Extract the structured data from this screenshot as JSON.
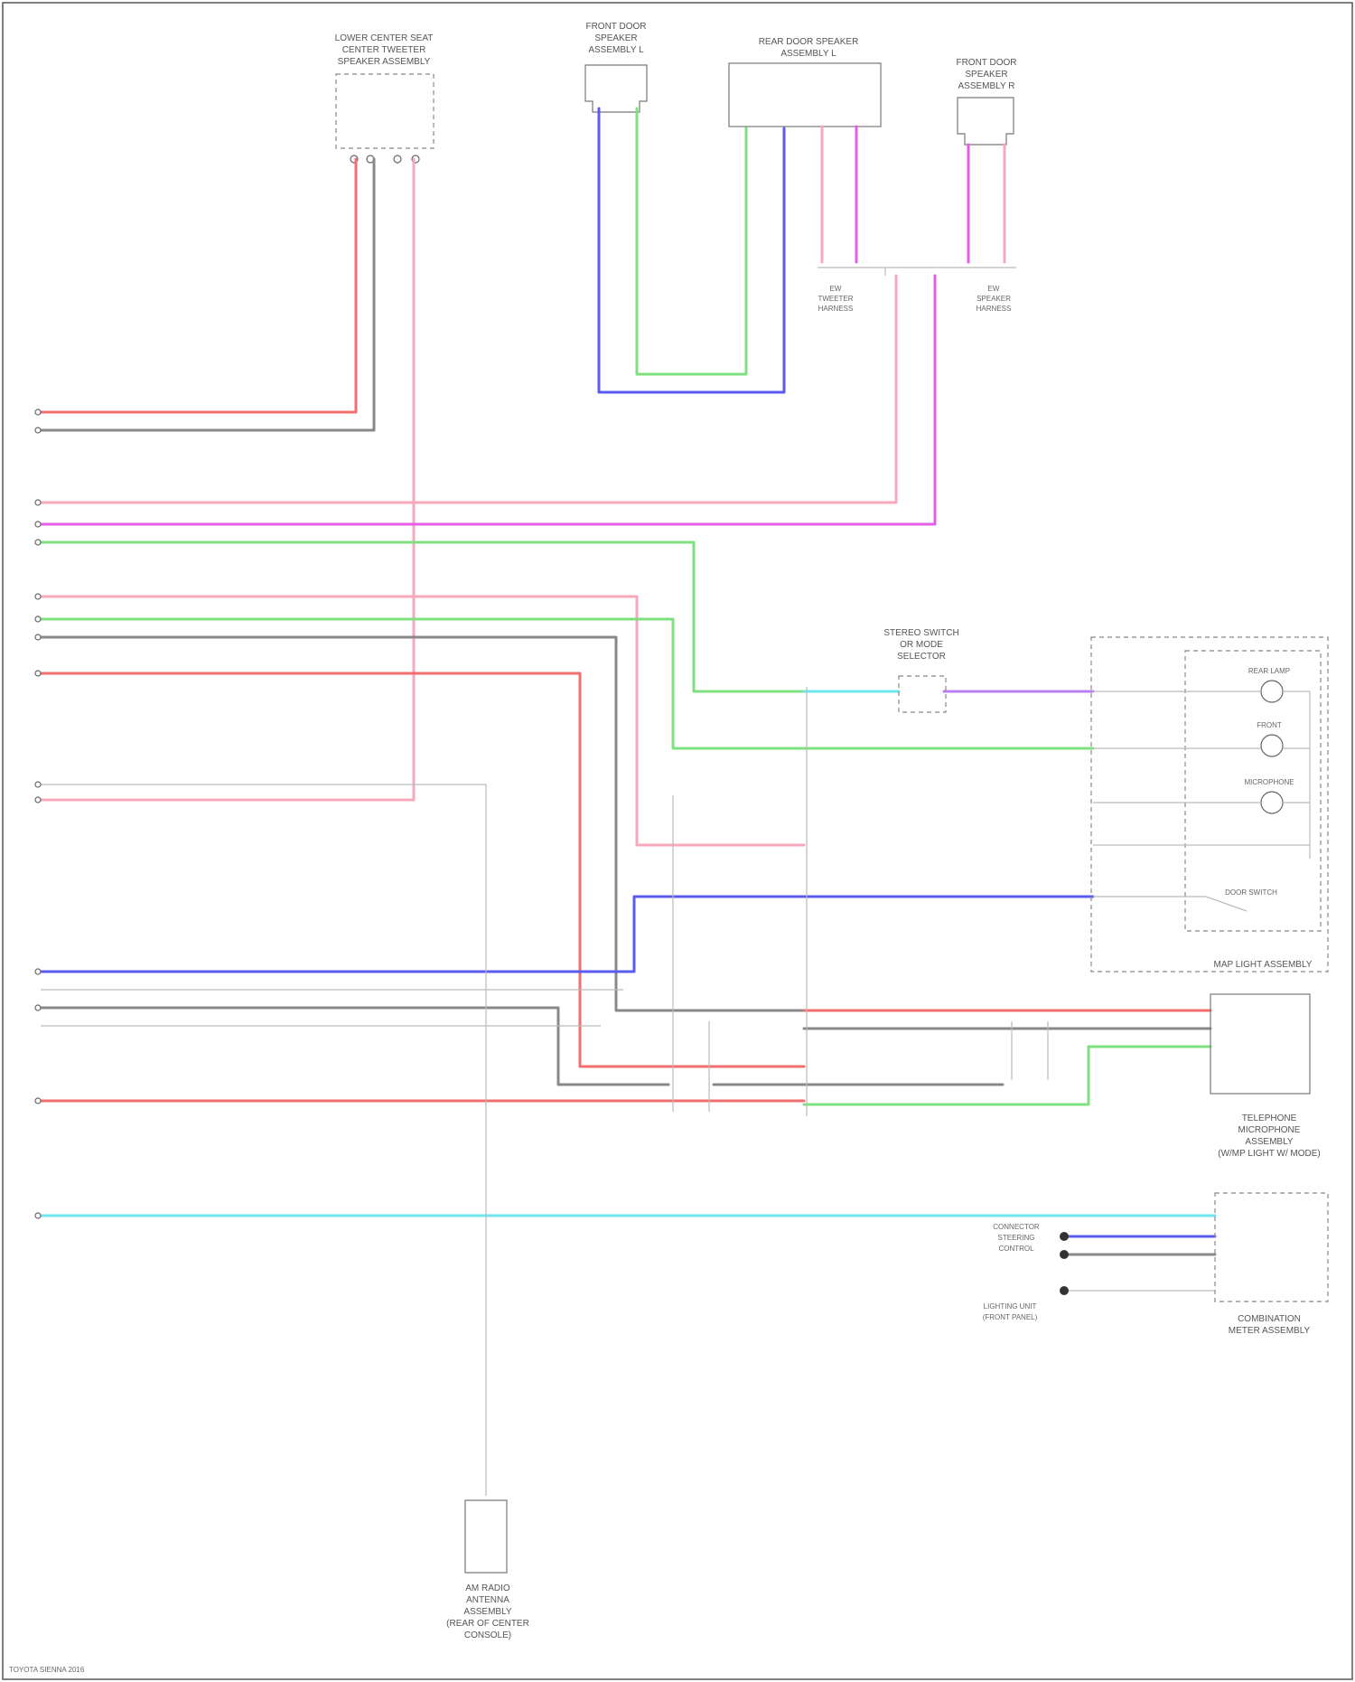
{
  "labels": {
    "comp_top_left": [
      "LOWER CENTER SEAT",
      "CENTER TWEETER",
      "SPEAKER ASSEMBLY"
    ],
    "comp_front_left_spk": [
      "FRONT DOOR",
      "SPEAKER",
      "ASSEMBLY L"
    ],
    "comp_rear_spk_l": [
      "REAR DOOR SPEAKER",
      "ASSEMBLY L"
    ],
    "comp_front_right_spk": [
      "FRONT DOOR",
      "SPEAKER",
      "ASSEMBLY R"
    ],
    "ew_spk_l": [
      "EW",
      "TWEETER",
      "HARNESS"
    ],
    "ew_spk_r": [
      "EW",
      "SPEAKER",
      "HARNESS"
    ],
    "comp_switch": [
      "STEREO SWITCH",
      "OR MODE",
      "SELECTOR"
    ],
    "comp_map_light": "MAP LIGHT ASSEMBLY",
    "comp_telephone": [
      "TELEPHONE",
      "MICROPHONE",
      "ASSEMBLY",
      "(W/MP LIGHT W/ MODE)"
    ],
    "comp_combination_meter": [
      "COMBINATION",
      "METER ASSEMBLY"
    ],
    "comp_antenna": [
      "AM RADIO",
      "ANTENNA",
      "ASSEMBLY",
      "(REAR OF CENTER",
      "CONSOLE)"
    ],
    "ground_points": [
      "CONNECTOR",
      "STEERING",
      "CONTROL"
    ],
    "ground_bottom": [
      "LIGHTING UNIT",
      "(FRONT PANEL)"
    ],
    "map_light_items": [
      "REAR LAMP",
      "FRONT",
      "MICROPHONE",
      "DOOR SWITCH"
    ],
    "footer": "TOYOTA SIENNA 2016"
  },
  "colors": {
    "red": "#f26d6d",
    "gray": "#888888",
    "pink": "#f7a8bc",
    "magenta": "#e45ee8",
    "green": "#7fe07f",
    "blue": "#5b5bf0",
    "cyan": "#6fe6ee",
    "violet": "#b87ff0"
  }
}
